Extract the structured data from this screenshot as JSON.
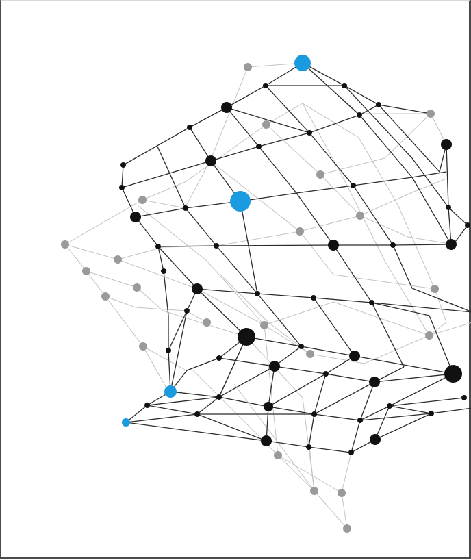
{
  "colors": {
    "background": "#ffffff",
    "frame": "#4a4a4a",
    "foreground_line": "#2b2b2b",
    "background_line": "#c2c2c2",
    "node_black": "#111111",
    "node_gray": "#9a9a9a",
    "node_blue": "#1a9be0"
  },
  "node_counts": {
    "blue": 4,
    "black_large": 3,
    "black_medium": 14,
    "gray": 23
  }
}
